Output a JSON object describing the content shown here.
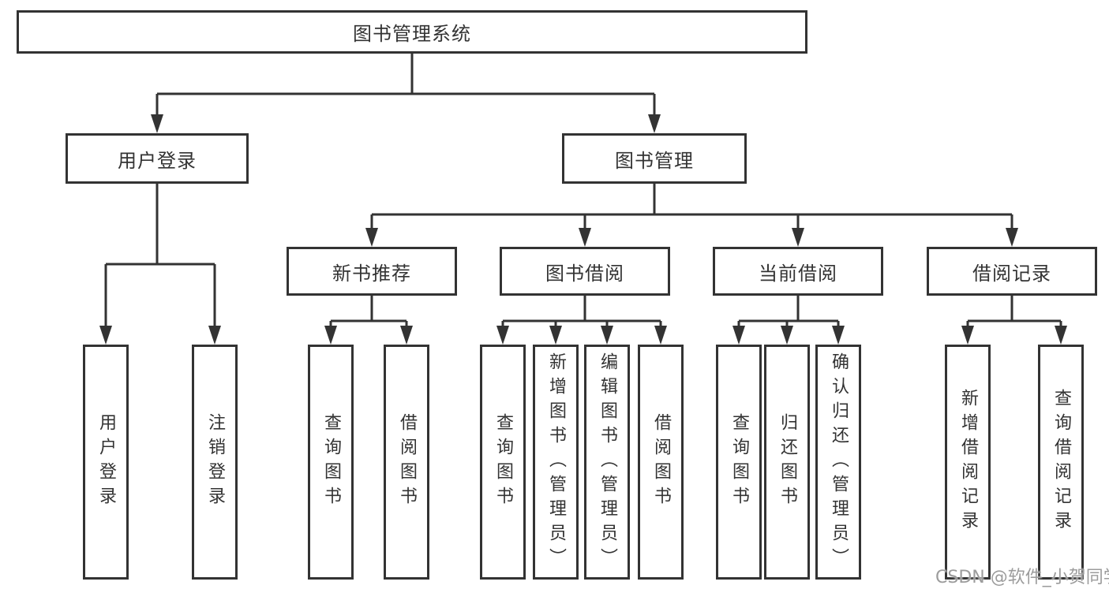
{
  "diagram": {
    "root": "图书管理系统",
    "branches": [
      {
        "label": "用户登录",
        "children": [
          "用户登录",
          "注销登录"
        ]
      },
      {
        "label": "图书管理",
        "groups": [
          {
            "label": "新书推荐",
            "children": [
              "查询图书",
              "借阅图书"
            ]
          },
          {
            "label": "图书借阅",
            "children": [
              "查询图书",
              "新增图书（管理员）",
              "编辑图书（管理员）",
              "借阅图书"
            ]
          },
          {
            "label": "当前借阅",
            "children": [
              "查询图书",
              "归还图书",
              "确认归还（管理员）"
            ]
          },
          {
            "label": "借阅记录",
            "children": [
              "新增借阅记录",
              "查询借阅记录"
            ]
          }
        ]
      }
    ],
    "watermark": "CSDN @软件_小贺同学",
    "colors": {
      "line": "#333333",
      "text": "#333333",
      "box_fill": "#ffffff",
      "watermark": "#9c9c9c",
      "background": "#ffffff"
    }
  }
}
